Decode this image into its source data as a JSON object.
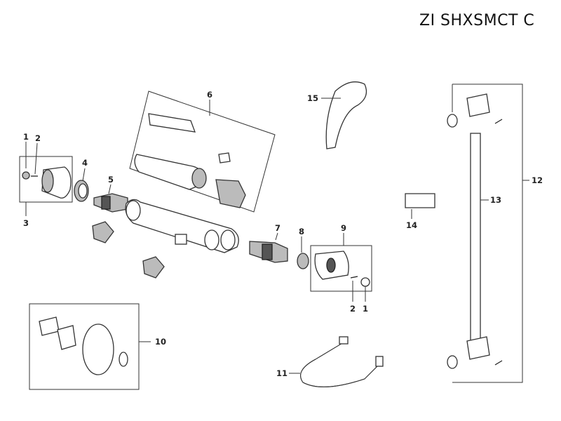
{
  "title": "ZI SHXSMCT C",
  "labels": {
    "p1a": "1",
    "p2a": "2",
    "p3": "3",
    "p4": "4",
    "p5": "5",
    "p6": "6",
    "p7": "7",
    "p8": "8",
    "p9": "9",
    "p2b": "2",
    "p1b": "1",
    "p10": "10",
    "p11": "11",
    "p12": "12",
    "p13": "13",
    "p14": "14",
    "p15": "15"
  }
}
